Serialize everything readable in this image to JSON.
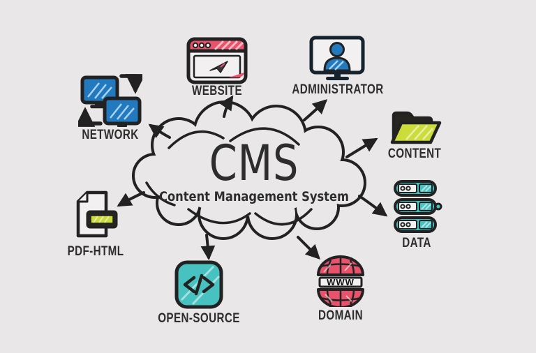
{
  "cloud": {
    "title": "CMS",
    "subtitle": "Content Management System"
  },
  "nodes": [
    {
      "id": "network",
      "label": "NETWORK"
    },
    {
      "id": "website",
      "label": "WEBSITE"
    },
    {
      "id": "administrator",
      "label": "ADMINISTRATOR"
    },
    {
      "id": "content",
      "label": "CONTENT"
    },
    {
      "id": "data",
      "label": "DATA"
    },
    {
      "id": "domain",
      "label": "DOMAIN",
      "icon_text": "WWW"
    },
    {
      "id": "open-source",
      "label": "OPEN-SOURCE"
    },
    {
      "id": "pdf-html",
      "label": "PDF-HTML"
    }
  ],
  "icons": [
    "network-monitors-sync-icon",
    "website-browser-send-icon",
    "administrator-monitor-user-icon",
    "content-folder-icon",
    "data-server-stack-icon",
    "domain-www-globe-icon",
    "open-source-code-icon",
    "pdf-html-document-icon"
  ],
  "colors": {
    "background": "#e9e7e8",
    "outline": "#222222",
    "blue": "#2379bd",
    "red": "#e8536b",
    "yellow_green": "#ccdc3a",
    "teal": "#48c2c1",
    "panel": "#f2f0f1",
    "text": "#2d2d2d"
  }
}
